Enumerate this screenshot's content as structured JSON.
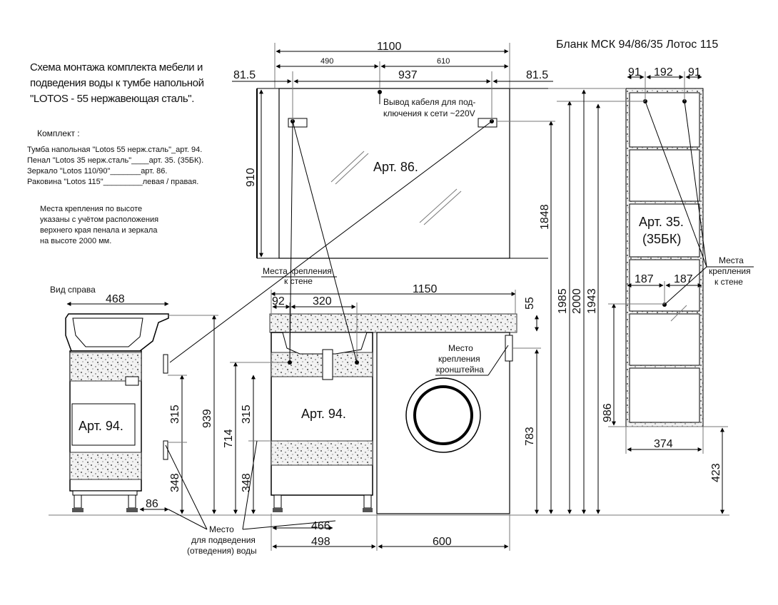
{
  "title": {
    "form": "Бланк МСК 94/86/35 Лотос 115",
    "line1": "Схема монтажа комплекта мебели и",
    "line2": "подведения воды к тумбе напольной",
    "line3": "\"LOTOS - 55 нержавеющая сталь\"."
  },
  "kit": {
    "heading": "Комплект :",
    "items": [
      "Тумба напольная \"Lotos 55 нерж.сталь\"_арт. 94.",
      "Пенал \"Lotos 35 нерж.сталь\"____арт. 35. (35БК).",
      "Зеркало \"Lotos 110/90\"_______арт. 86.",
      "Раковина \"Lotos 115\"_________левая / правая."
    ]
  },
  "note": {
    "lines": [
      "Места крепления по высоте",
      "указаны с учётом расположения",
      "верхнего края пенала и зеркала",
      "на высоте 2000 мм."
    ]
  },
  "views": {
    "side": "Вид справа"
  },
  "articles": {
    "mirror": "Арт. 86.",
    "cabinet_front": "Арт. 94.",
    "cabinet_side": "Арт. 94.",
    "pencil1": "Арт. 35.",
    "pencil2": "(35БК)"
  },
  "callouts": {
    "cable1": "Вывод кабеля для под-",
    "cable2": "ключения к сети ~220V",
    "wall1": "Места крепления",
    "wall2": "к стене",
    "bracket1": "Место",
    "bracket2": "крепления",
    "bracket3": "кронштейна",
    "pen1": "Места",
    "pen2": "крепления",
    "pen3": "к стене",
    "water1": "Место",
    "water2": "для подведения",
    "water3": "(отведения) воды"
  },
  "dims": {
    "mirror_width": "1100",
    "mirror_left": "490",
    "mirror_right": "610",
    "mirror_off_l": "81.5",
    "mirror_span": "937",
    "mirror_off_r": "81.5",
    "mirror_height": "910",
    "h1848": "1848",
    "h1985": "1985",
    "h2000": "2000",
    "h1943": "1943",
    "pen_91a": "91",
    "pen_192": "192",
    "pen_91b": "91",
    "pen_187a": "187",
    "pen_187b": "187",
    "pen_986": "986",
    "pen_374": "374",
    "pen_423": "423",
    "side_468": "468",
    "side_315": "315",
    "side_348": "348",
    "side_939": "939",
    "side_86": "86",
    "top_1150": "1150",
    "top_92": "92",
    "top_320": "320",
    "top_55": "55",
    "front_714": "714",
    "front_315": "315",
    "front_348": "348",
    "front_783": "783",
    "bot_466": "466",
    "bot_498": "498",
    "bot_600": "600"
  }
}
